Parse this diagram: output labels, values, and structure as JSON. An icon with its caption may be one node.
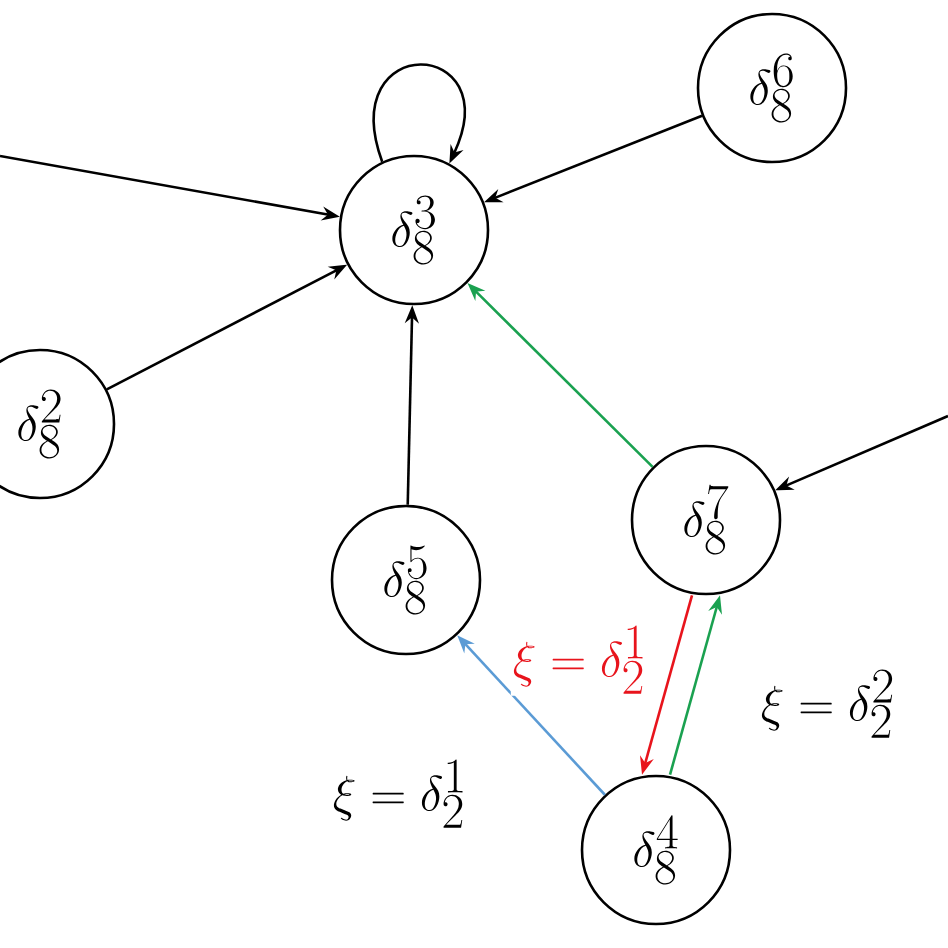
{
  "diagram": {
    "nodes": [
      {
        "text": [
          "\\delta_8^3"
        ]
      },
      {
        "text": [
          "\\delta_8^6"
        ]
      },
      {
        "text": [
          "\\delta_8^2"
        ]
      },
      {
        "text": [
          "\\delta_8^5"
        ]
      },
      {
        "text": [
          "\\delta_8^7"
        ]
      },
      {
        "text": [
          "\\delta_8^4"
        ]
      }
    ],
    "edges": [
      {
        "from": 0,
        "to": 0,
        "arrow": "to"
      },
      {
        "from": null,
        "to": 0,
        "arrow": "to"
      },
      {
        "from": 1,
        "to": 0,
        "arrow": "to"
      },
      {
        "from": 2,
        "to": 0,
        "arrow": "to"
      },
      {
        "from": 3,
        "to": 0,
        "arrow": "to"
      },
      {
        "from": 4,
        "to": 0,
        "arrow": "to",
        "color": "#1aa150"
      },
      {
        "from": null,
        "to": 4,
        "arrow": "to"
      },
      {
        "from": 4,
        "to": 5,
        "arrow": "to",
        "color": "#e8141c",
        "label": "\\xi = \\delta_2^1"
      },
      {
        "from": 5,
        "to": 4,
        "arrow": "to",
        "color": "#1aa150",
        "label": "\\xi = \\delta_2^2"
      },
      {
        "from": 5,
        "to": 3,
        "arrow": "to",
        "color": "#5b9bd5",
        "label": "\\xi = \\delta_2^1"
      }
    ]
  }
}
